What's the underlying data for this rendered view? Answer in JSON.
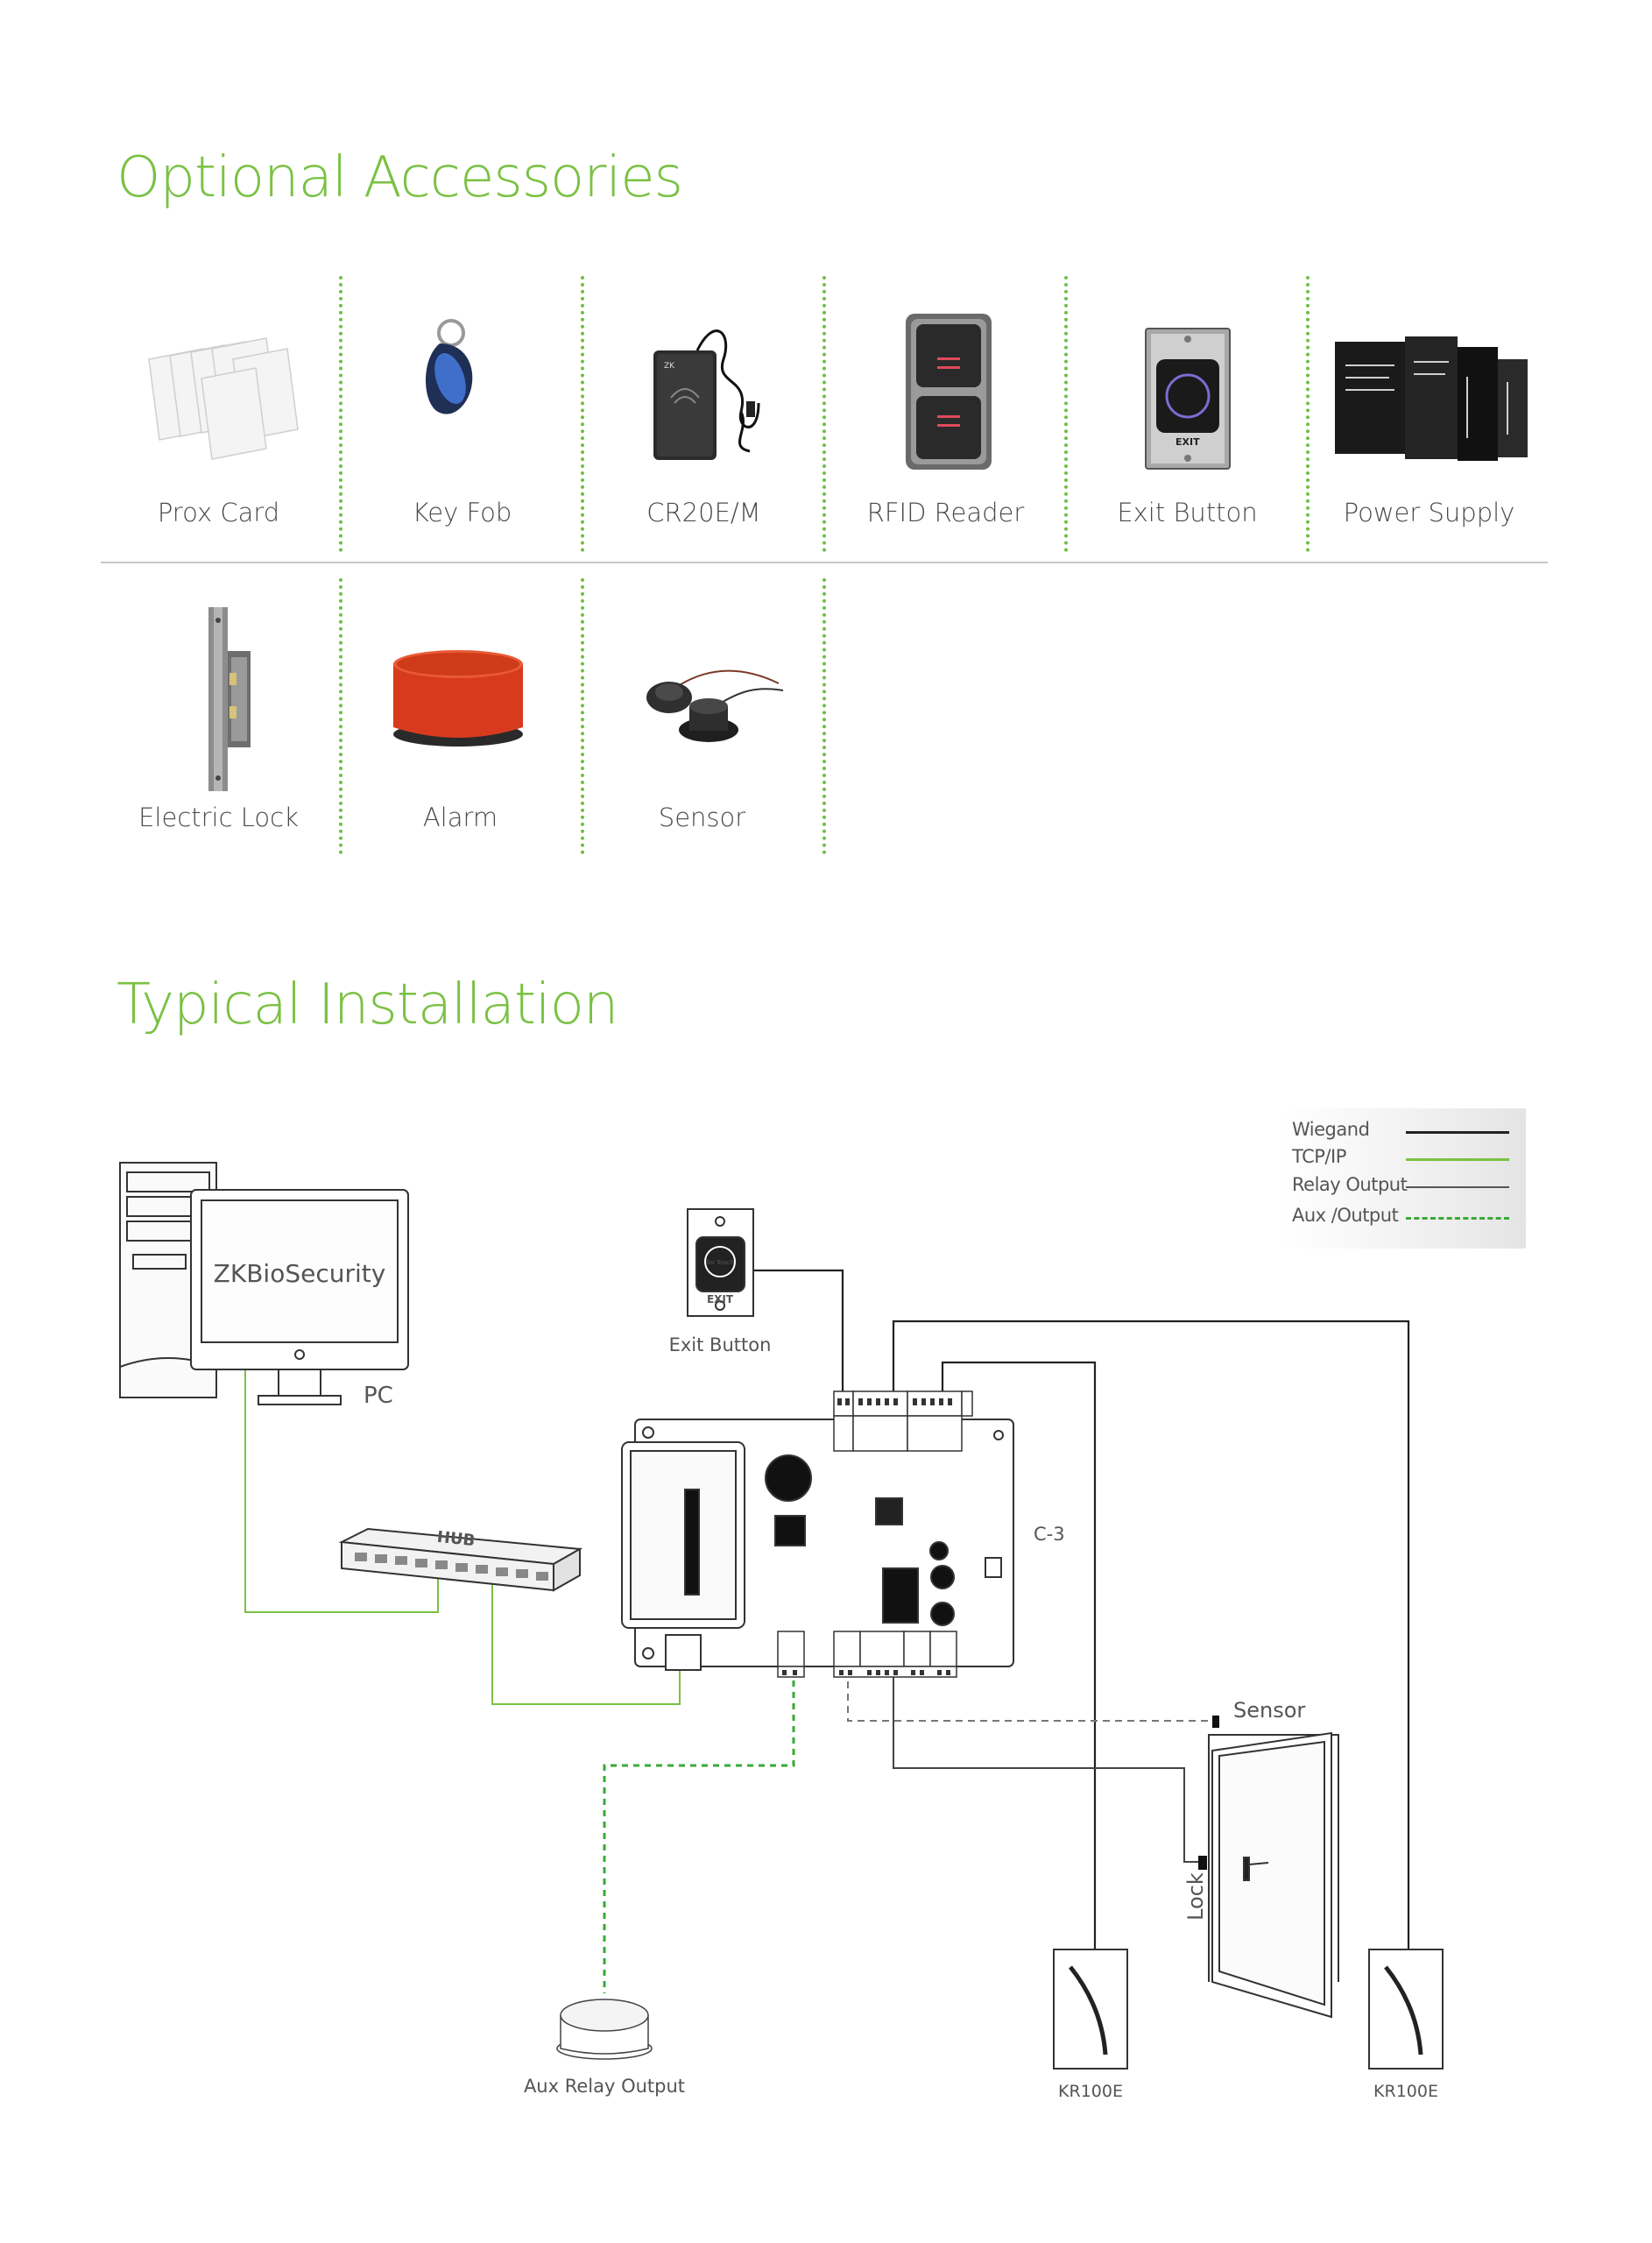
{
  "accessories": {
    "title": "Optional Accessories",
    "items": [
      {
        "label": "Prox Card",
        "icon": "prox-card-icon"
      },
      {
        "label": "Key Fob",
        "icon": "key-fob-icon"
      },
      {
        "label": "CR20E/M",
        "icon": "card-enroller-icon"
      },
      {
        "label": "RFID Reader",
        "icon": "rfid-reader-icon"
      },
      {
        "label": "Exit Button",
        "icon": "exit-button-icon"
      },
      {
        "label": "Power Supply",
        "icon": "power-supply-icon"
      },
      {
        "label": "Electric Lock",
        "icon": "electric-lock-icon"
      },
      {
        "label": "Alarm",
        "icon": "alarm-icon"
      },
      {
        "label": "Sensor",
        "icon": "door-sensor-icon"
      }
    ]
  },
  "installation": {
    "title": "Typical Installation",
    "software_name": "ZKBioSecurity",
    "pc_label": "PC",
    "hub_label": "HUB",
    "exit_button_label": "Exit Button",
    "exit_button_text": "EXIT",
    "exit_button_touch_text": "No Touch",
    "controller_label": "C-3",
    "sensor_label": "Sensor",
    "lock_label": "Lock",
    "aux_relay_label": "Aux Relay Output",
    "reader_left_label": "KR100E",
    "reader_right_label": "KR100E"
  },
  "legend": {
    "items": [
      {
        "label": "Wiegand",
        "color": "#222222",
        "style": "solid"
      },
      {
        "label": "TCP/IP",
        "color": "#7ac143",
        "style": "solid"
      },
      {
        "label": "Relay Output",
        "color": "#555555",
        "style": "solid"
      },
      {
        "label": "Aux /Output",
        "color": "#3aa935",
        "style": "dashed"
      }
    ]
  },
  "colors": {
    "accent_green": "#7ac143",
    "separator_green": "#6fbf44",
    "wire_dark": "#222222",
    "aux_dashed_green": "#3aa935"
  }
}
